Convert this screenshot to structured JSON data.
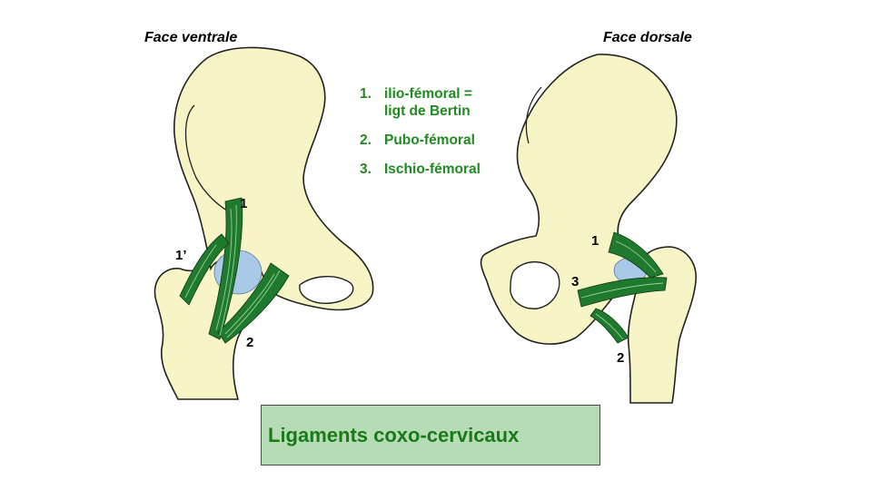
{
  "views": {
    "ventral": {
      "title": "Face ventrale",
      "labels": {
        "l1": "1",
        "l1prime": "1’",
        "l2": "2"
      }
    },
    "dorsal": {
      "title": "Face dorsale",
      "labels": {
        "l1": "1",
        "l3": "3",
        "l2": "2"
      }
    }
  },
  "legend": [
    {
      "num": "1.",
      "text": "ilio-fémoral =\nligt de Bertin"
    },
    {
      "num": "2.",
      "text": "Pubo-fémoral"
    },
    {
      "num": "3.",
      "text": "Ischio-fémoral"
    }
  ],
  "caption": "Ligaments coxo-cervicaux",
  "colors": {
    "bone": "#f7f5c6",
    "bone_outline": "#222222",
    "ligament": "#1f7a2e",
    "femoral_head": "#a9c9e6",
    "legend_text": "#1f8a1f",
    "caption_bg": "#b6dcb6",
    "caption_text": "#1a7a1a"
  }
}
